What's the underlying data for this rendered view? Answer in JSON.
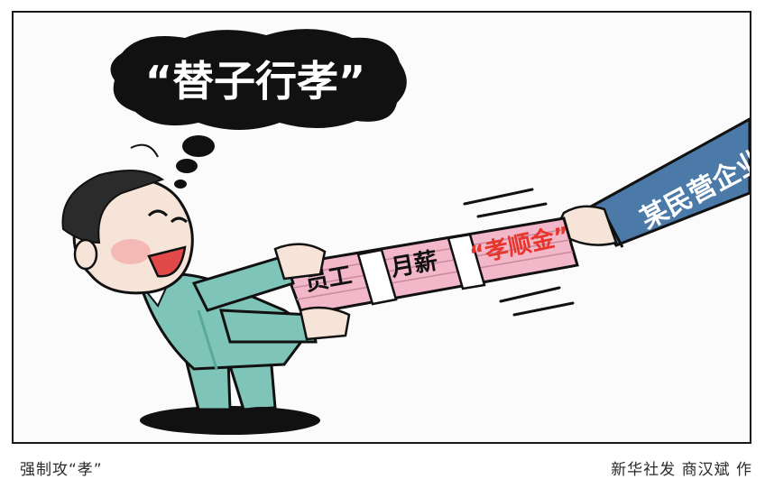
{
  "cartoon": {
    "speech_title": "“替子行孝”",
    "sleeve_label": "某民营企业",
    "bundle_label_staff": "员工",
    "bundle_label_salary": "月薪",
    "bundle_label_filial": "“孝顺金”"
  },
  "captions": {
    "left": "强制攻“孝”",
    "right": "新华社发 商汉斌 作"
  },
  "colors": {
    "suit": "#7fc4b8",
    "suit_shadow": "#5aa99b",
    "sleeve": "#4b79a8",
    "skin": "#f6e4d8",
    "money": "#f2b7c8",
    "money_text_red": "#e8352b",
    "ink": "#111111"
  }
}
